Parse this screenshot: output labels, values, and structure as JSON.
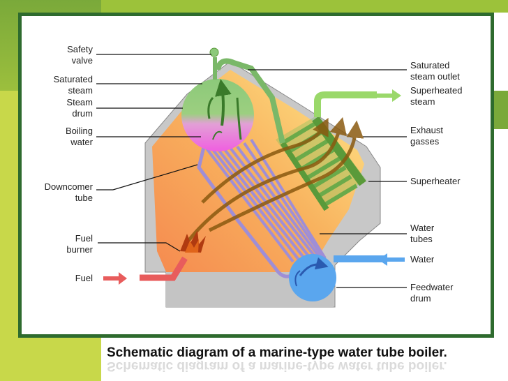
{
  "labels_left": [
    {
      "id": "safety-valve",
      "lines": [
        "Safety",
        "valve"
      ]
    },
    {
      "id": "saturated-steam",
      "lines": [
        "Saturated",
        "steam"
      ]
    },
    {
      "id": "steam-drum",
      "lines": [
        "Steam",
        "drum"
      ]
    },
    {
      "id": "boiling-water",
      "lines": [
        "Boiling",
        "water"
      ]
    },
    {
      "id": "downcomer-tube",
      "lines": [
        "Downcomer",
        "tube"
      ]
    },
    {
      "id": "fuel-burner",
      "lines": [
        "Fuel",
        "burner"
      ]
    },
    {
      "id": "fuel",
      "lines": [
        "Fuel"
      ]
    }
  ],
  "labels_right": [
    {
      "id": "saturated-steam-outlet",
      "lines": [
        "Saturated",
        "steam outlet"
      ]
    },
    {
      "id": "superheated-steam",
      "lines": [
        "Superheated",
        "steam"
      ]
    },
    {
      "id": "exhaust-gasses",
      "lines": [
        "Exhaust",
        "gasses"
      ]
    },
    {
      "id": "superheater",
      "lines": [
        "Superheater"
      ]
    },
    {
      "id": "water-tubes",
      "lines": [
        "Water",
        "tubes"
      ]
    },
    {
      "id": "water",
      "lines": [
        "Water"
      ]
    },
    {
      "id": "feedwater-drum",
      "lines": [
        "Feedwater",
        "drum"
      ]
    }
  ],
  "caption": "Schematic diagram of a marine-type water tube boiler.",
  "colors": {
    "steam_green": "#8cc97a",
    "boiling_magenta": "#ee66dd",
    "water_blue": "#5aa6ee",
    "furnace_orange": "#f6a55a",
    "furnace_yellow": "#ffe27a",
    "tube_purple": "#a08ad0",
    "superheater_green": "#9ad86a",
    "fuel_red": "#e85c5c",
    "gas_brown": "#8a4a10",
    "border_green": "#2e6b2e"
  }
}
